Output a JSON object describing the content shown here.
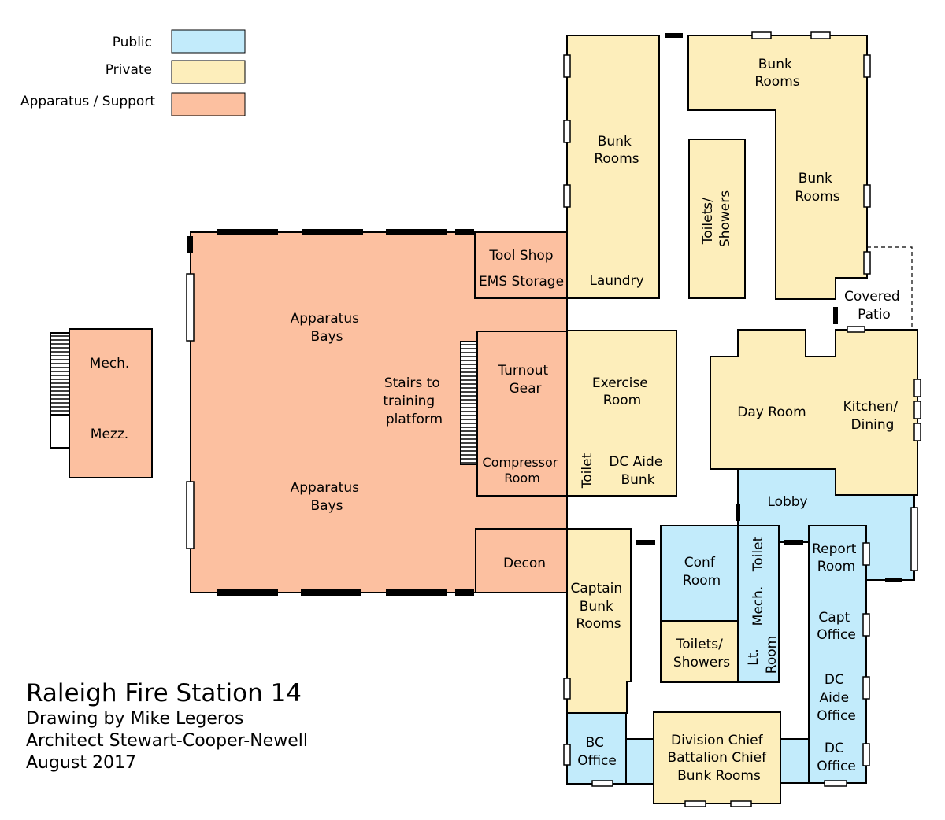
{
  "legend": {
    "public": {
      "label": "Public",
      "color": "#c2ebfb"
    },
    "private": {
      "label": "Private",
      "color": "#fdeebb"
    },
    "apparatus": {
      "label": "Apparatus / Support",
      "color": "#fcc0a0"
    }
  },
  "colors": {
    "wall": "#000000",
    "background": "#ffffff"
  },
  "rooms": {
    "apparatus_bays_upper": [
      "Apparatus",
      "Bays"
    ],
    "apparatus_bays_lower": [
      "Apparatus",
      "Bays"
    ],
    "stairs": [
      "Stairs to",
      "training",
      "platform"
    ],
    "tool_shop": "Tool Shop",
    "ems_storage": "EMS Storage",
    "turnout_gear": [
      "Turnout",
      "Gear"
    ],
    "compressor_room": [
      "Compressor",
      "Room"
    ],
    "decon": "Decon",
    "mech_mezz": [
      "Mech.",
      "Mezz."
    ],
    "bunk_rooms_left": [
      "Bunk",
      "Rooms"
    ],
    "laundry": "Laundry",
    "bunk_rooms_top": [
      "Bunk",
      "Rooms"
    ],
    "bunk_rooms_right": [
      "Bunk",
      "Rooms"
    ],
    "toilets_showers_north": [
      "Toilets/",
      "Showers"
    ],
    "covered_patio": [
      "Covered",
      "Patio"
    ],
    "exercise_room": [
      "Exercise",
      "Room"
    ],
    "toilet_small": "Toilet",
    "dc_aide_bunk": [
      "DC Aide",
      "Bunk"
    ],
    "day_room": "Day Room",
    "kitchen_dining": [
      "Kitchen/",
      "Dining"
    ],
    "lobby": "Lobby",
    "conf_room": [
      "Conf",
      "Room"
    ],
    "toilet_vertical": "Toilet",
    "mech_room": [
      "Mech.",
      "Room"
    ],
    "lt_room": "Lt.",
    "toilets_showers_south": [
      "Toilets/",
      "Showers"
    ],
    "report_room": [
      "Report",
      "Room"
    ],
    "capt_office": [
      "Capt",
      "Office"
    ],
    "dc_aide_office": [
      "DC",
      "Aide",
      "Office"
    ],
    "dc_office": [
      "DC",
      "Office"
    ],
    "captain_bunk_rooms": [
      "Captain",
      "Bunk",
      "Rooms"
    ],
    "bc_office": [
      "BC",
      "Office"
    ],
    "division_chief": [
      "Division Chief",
      "Battalion Chief",
      "Bunk Rooms"
    ]
  },
  "titleblock": {
    "title": "Raleigh Fire Station 14",
    "drawing_by": "Drawing by Mike Legeros",
    "architect": "Architect Stewart-Cooper-Newell",
    "date": "August 2017"
  }
}
